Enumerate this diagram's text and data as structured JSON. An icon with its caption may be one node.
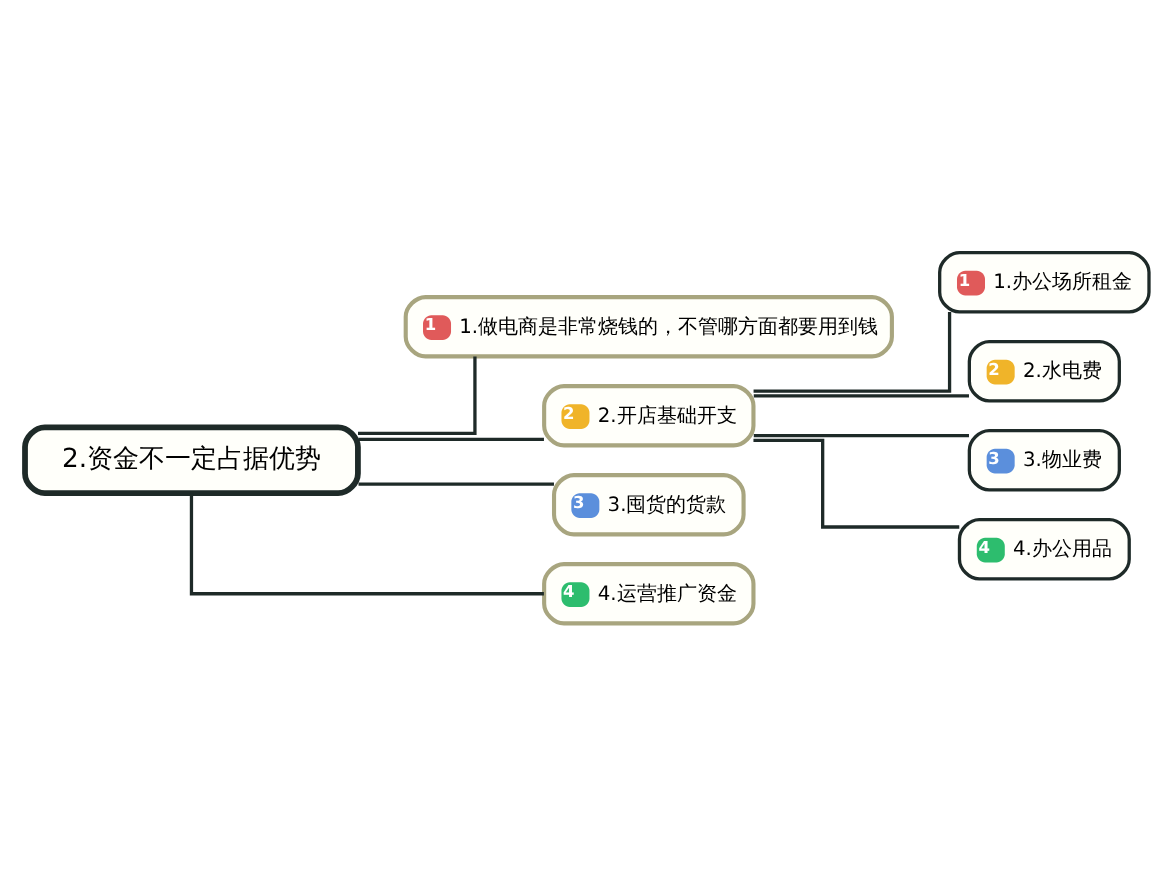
{
  "diagram": {
    "nodes": [
      {
        "text": [
          "2.资金不一定占据优势"
        ]
      },
      {
        "text": [
          "1",
          "1.做电商是非常烧钱的，不管哪方面都要用到钱"
        ]
      },
      {
        "text": [
          "2",
          "2.开店基础开支"
        ]
      },
      {
        "text": [
          "1",
          "1.办公场所租金"
        ]
      },
      {
        "text": [
          "2",
          "2.水电费"
        ]
      },
      {
        "text": [
          "3",
          "3.物业费"
        ]
      },
      {
        "text": [
          "4",
          "4.办公用品"
        ]
      },
      {
        "text": [
          "3",
          "3.囤货的货款"
        ]
      },
      {
        "text": [
          "4",
          "4.运营推广资金"
        ]
      }
    ],
    "edges": [
      {
        "from": 0,
        "to": 1,
        "arrow": "none"
      },
      {
        "from": 0,
        "to": 2,
        "arrow": "none"
      },
      {
        "from": 2,
        "to": 3,
        "arrow": "none"
      },
      {
        "from": 2,
        "to": 4,
        "arrow": "none"
      },
      {
        "from": 2,
        "to": 5,
        "arrow": "none"
      },
      {
        "from": 2,
        "to": 6,
        "arrow": "none"
      },
      {
        "from": 0,
        "to": 7,
        "arrow": "none"
      },
      {
        "from": 0,
        "to": 8,
        "arrow": "none"
      }
    ]
  }
}
